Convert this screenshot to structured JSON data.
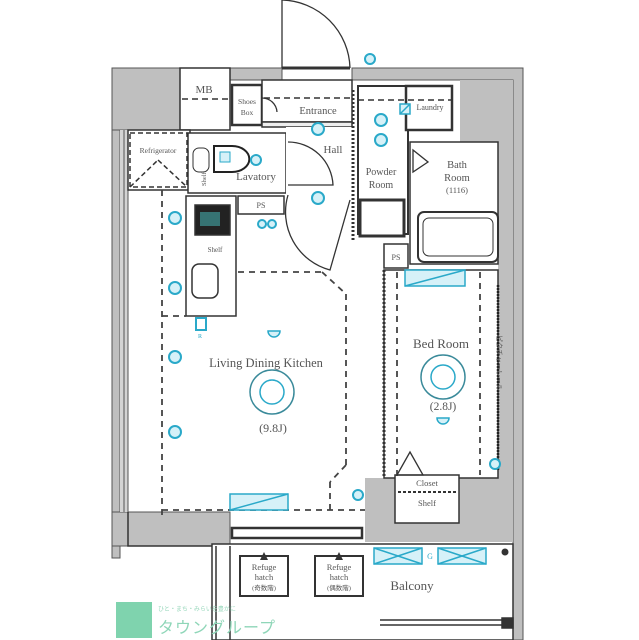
{
  "plan": {
    "title": "Floor plan",
    "rooms": {
      "mb": "MB",
      "shoes_box_1": "Shoes",
      "shoes_box_2": "Box",
      "entrance": "Entrance",
      "hall": "Hall",
      "laundry": "Laundry",
      "refrigerator": "Refrigerator",
      "shelf_small": "Shelf",
      "lavatory": "Lavatory",
      "powder_room_1": "Powder",
      "powder_room_2": "Room",
      "bath_room_1": "Bath",
      "bath_room_2": "Room",
      "bath_size": "(1116)",
      "ps_1": "PS",
      "ps_2": "PS",
      "kitchen_shelf": "Shelf",
      "ldk": "Living Dining Kitchen",
      "ldk_size": "(9.8J)",
      "bed_room": "Bed Room",
      "bed_size": "(2.8J)",
      "picture_rail": "ピクチャーレール",
      "closet": "Closet",
      "closet_shelf": "Shelf",
      "balcony": "Balcony",
      "refuge_1_a": "Refuge",
      "refuge_1_b": "hatch",
      "refuge_1_c": "(奇数階)",
      "refuge_2_a": "Refuge",
      "refuge_2_b": "hatch",
      "refuge_2_c": "(偶数階)",
      "gas_meter": "G",
      "fridge_outlet": "R"
    },
    "colors": {
      "wall": "#bfbfbf",
      "line": "#333333",
      "fixture": "#2aa9c9",
      "fixture_fill": "#d6f1f8",
      "logo": "#7fd3ae"
    }
  },
  "logo": {
    "tagline": "ひと・まち・みらいを豊かに",
    "name": "タウングループ"
  }
}
